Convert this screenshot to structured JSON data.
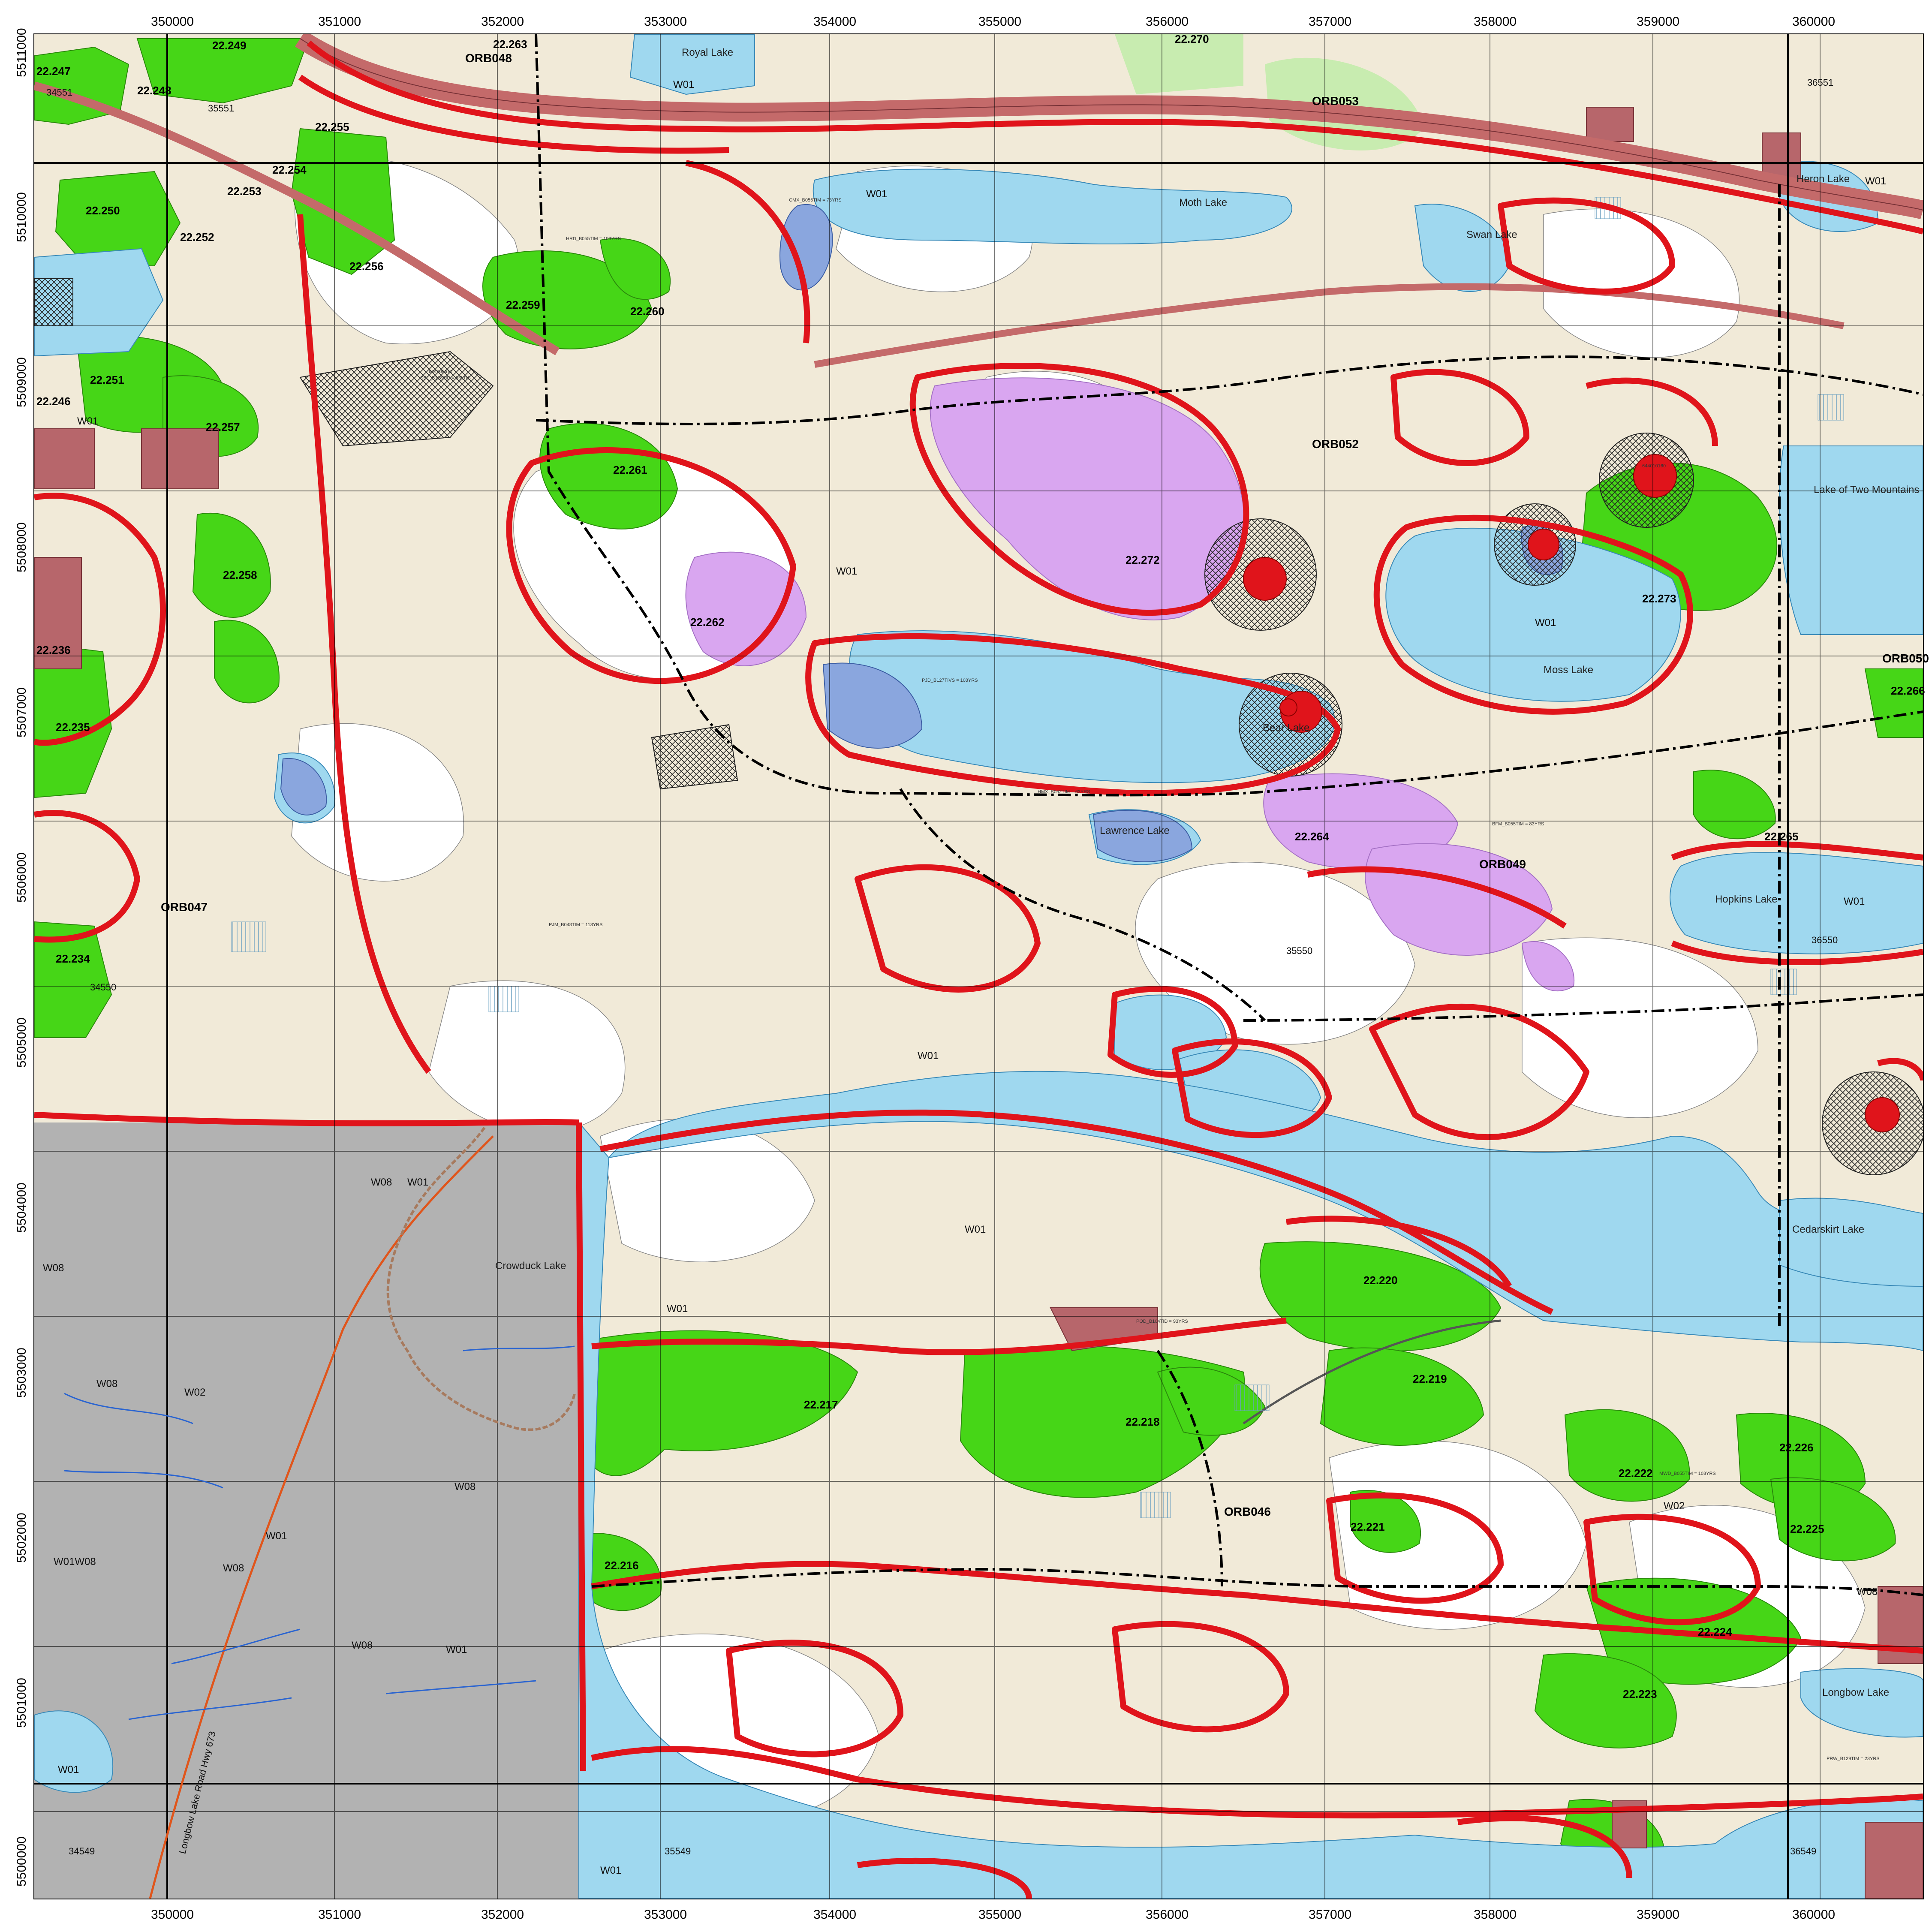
{
  "map": {
    "colors": {
      "water": "#9fd8ef",
      "forest_base": "#f1ead8",
      "white_land": "#ffffff",
      "green_area": "#46d617",
      "light_green": "#c8ecb0",
      "lilac": "#d9a6f0",
      "red_buffer": "#e0141b",
      "brown_block": "#b7666b",
      "grey_reserve": "#b2b2b2",
      "highway": "#c46a6a",
      "blue_lake_fill": "#8aa6de"
    },
    "easting_labels": [
      "350000",
      "351000",
      "352000",
      "353000",
      "354000",
      "355000",
      "356000",
      "357000",
      "358000",
      "359000",
      "360000"
    ],
    "northing_labels": [
      "5511000",
      "5510000",
      "5509000",
      "5508000",
      "5507000",
      "5506000",
      "5505000",
      "5504000",
      "5503000",
      "5502000",
      "5501000",
      "5500000"
    ],
    "lakes": [
      {
        "name": "Royal Lake"
      },
      {
        "name": "Moth Lake"
      },
      {
        "name": "Moss Lake"
      },
      {
        "name": "Hopkins Lake"
      },
      {
        "name": "Lake of Two Mountains"
      },
      {
        "name": "Crowduck Lake"
      },
      {
        "name": "Cedarskirt Lake"
      },
      {
        "name": "Longbow Lake"
      },
      {
        "name": "Heron Lake"
      },
      {
        "name": "Swan Lake"
      },
      {
        "name": "Lawrence Lake"
      },
      {
        "name": "Bear Lake"
      }
    ],
    "zones": [
      "ORB048",
      "ORB053",
      "ORB052",
      "ORB050",
      "ORB047",
      "ORB049",
      "ORB046"
    ],
    "areas": [
      "22.249",
      "22.263",
      "22.270",
      "22.247",
      "22.248",
      "22.255",
      "22.254",
      "22.253",
      "22.250",
      "22.252",
      "22.256",
      "22.259",
      "22.260",
      "22.246",
      "22.257",
      "22.251",
      "22.258",
      "22.261",
      "22.262",
      "22.272",
      "22.273",
      "22.236",
      "22.235",
      "22.266",
      "22.264",
      "22.265",
      "22.234",
      "22.220",
      "22.219",
      "22.217",
      "22.218",
      "22.216",
      "22.221",
      "22.222",
      "22.226",
      "22.225",
      "22.224",
      "22.223"
    ],
    "water_codes": [
      "W01",
      "W02",
      "W08",
      "W01W08"
    ],
    "grid_ids": [
      "34551",
      "35551",
      "36551",
      "35550",
      "36550",
      "34550",
      "34549",
      "35549",
      "36549"
    ],
    "stand_codes": [
      "644009671",
      "SBL_B128TID = 93YRS",
      "HRD_B055TIM = 103YRS",
      "CMX_B055TIM = 73YRS",
      "PJD_B127TIVS = 103YRS",
      "HMX_B052TIM = 63YRS",
      "BFM_B055TIM = 83YRS",
      "POD_B104TID = 93YRS",
      "PJM_B048TIM = 113YRS",
      "644010160",
      "MWD_B055TIM = 103YRS",
      "PRW_B129TIM = 23YRS"
    ],
    "road_label": "Longbow Lake Road Hwy 673"
  }
}
